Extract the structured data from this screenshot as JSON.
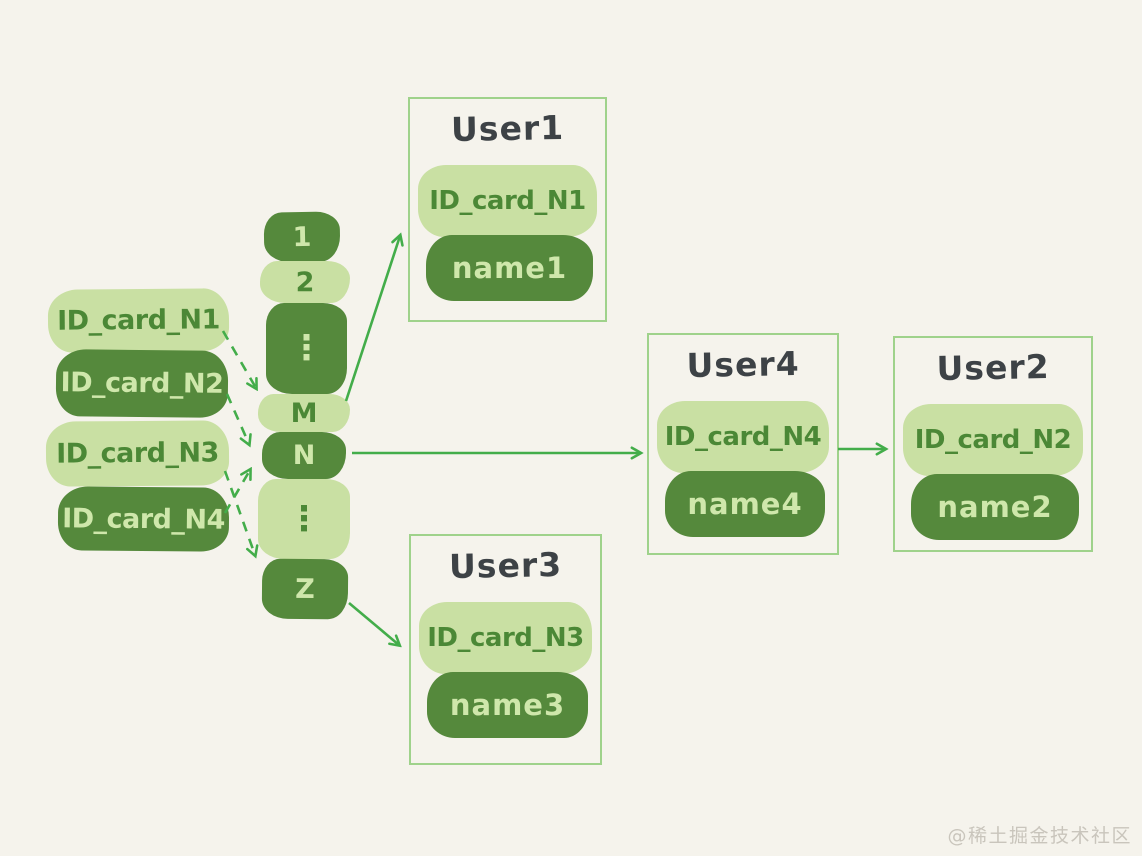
{
  "watermark": "@稀土掘金技术社区",
  "palette": {
    "background": "#f5f3ec",
    "pill_light_bg": "#c9e0a3",
    "pill_dark_bg": "#55893c",
    "text_on_light": "#4b8836",
    "text_on_dark": "#cfe7ab",
    "arrow_green": "#43ad4a",
    "box_border": "#9fd28b",
    "title_text": "#3d4246",
    "watermark_text": "#c9c5bc"
  },
  "id_cards": [
    {
      "label": "ID_card_N1",
      "variant": "light"
    },
    {
      "label": "ID_card_N2",
      "variant": "dark"
    },
    {
      "label": "ID_card_N3",
      "variant": "light"
    },
    {
      "label": "ID_card_N4",
      "variant": "dark"
    }
  ],
  "buckets": [
    {
      "label": "1",
      "variant": "dark"
    },
    {
      "label": "2",
      "variant": "light"
    },
    {
      "label": "⋮",
      "variant": "dark"
    },
    {
      "label": "M",
      "variant": "light"
    },
    {
      "label": "N",
      "variant": "dark"
    },
    {
      "label": "⋮",
      "variant": "light"
    },
    {
      "label": "Z",
      "variant": "dark"
    }
  ],
  "users": {
    "user1": {
      "title": "User1",
      "id_card": "ID_card_N1",
      "name": "name1"
    },
    "user4": {
      "title": "User4",
      "id_card": "ID_card_N4",
      "name": "name4"
    },
    "user2": {
      "title": "User2",
      "id_card": "ID_card_N2",
      "name": "name2"
    },
    "user3": {
      "title": "User3",
      "id_card": "ID_card_N3",
      "name": "name3"
    }
  },
  "edges": [
    {
      "from": "ID_card_N1",
      "to": "bucket-M",
      "style": "dashed"
    },
    {
      "from": "ID_card_N2",
      "to": "bucket-N",
      "style": "dashed"
    },
    {
      "from": "ID_card_N3",
      "to": "bucket-Z",
      "style": "dashed"
    },
    {
      "from": "ID_card_N4",
      "to": "bucket-N",
      "style": "dashed"
    },
    {
      "from": "bucket-M",
      "to": "User1",
      "style": "solid"
    },
    {
      "from": "bucket-N",
      "to": "User4",
      "style": "solid"
    },
    {
      "from": "bucket-Z",
      "to": "User3",
      "style": "solid"
    },
    {
      "from": "User4",
      "to": "User2",
      "style": "solid"
    }
  ]
}
